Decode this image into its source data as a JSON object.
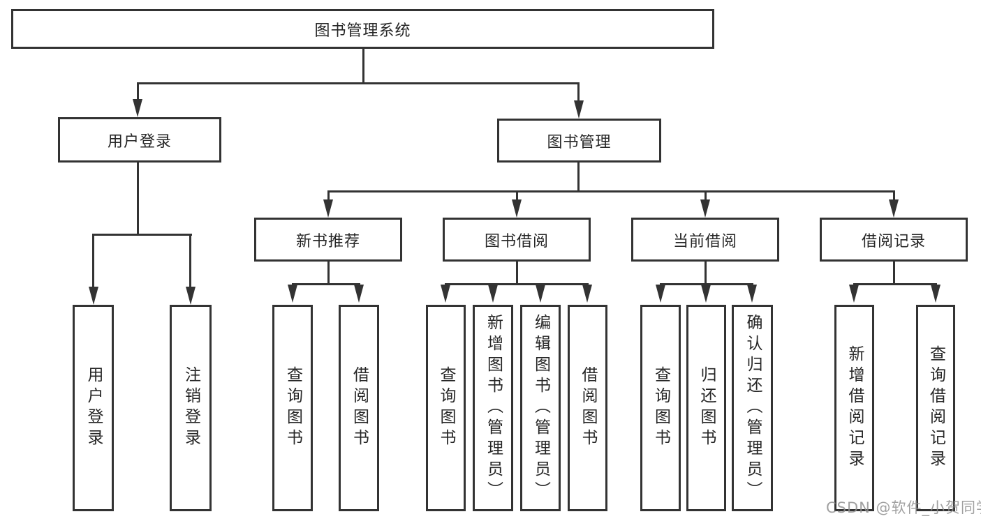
{
  "chart": {
    "root": {
      "label": "图书管理系统"
    },
    "branches": {
      "user_login": {
        "label": "用户登录",
        "children": [
          {
            "label": "用户登录"
          },
          {
            "label": "注销登录"
          }
        ]
      },
      "book_management": {
        "label": "图书管理",
        "sections": [
          {
            "label": "新书推荐",
            "children": [
              {
                "label": "查询图书"
              },
              {
                "label": "借阅图书"
              }
            ]
          },
          {
            "label": "图书借阅",
            "children": [
              {
                "label": "查询图书"
              },
              {
                "label": "新增图书（管理员）"
              },
              {
                "label": "编辑图书（管理员）"
              },
              {
                "label": "借阅图书"
              }
            ]
          },
          {
            "label": "当前借阅",
            "children": [
              {
                "label": "查询图书"
              },
              {
                "label": "归还图书"
              },
              {
                "label": "确认归还（管理员）"
              }
            ]
          },
          {
            "label": "借阅记录",
            "children": [
              {
                "label": "新增借阅记录"
              },
              {
                "label": "查询借阅记录"
              }
            ]
          }
        ]
      }
    }
  },
  "watermark": {
    "text": "CSDN @软件_小贺同学"
  },
  "colors": {
    "line": "#333333",
    "text": "#262626",
    "background": "#ffffff",
    "watermark": "#919191"
  }
}
